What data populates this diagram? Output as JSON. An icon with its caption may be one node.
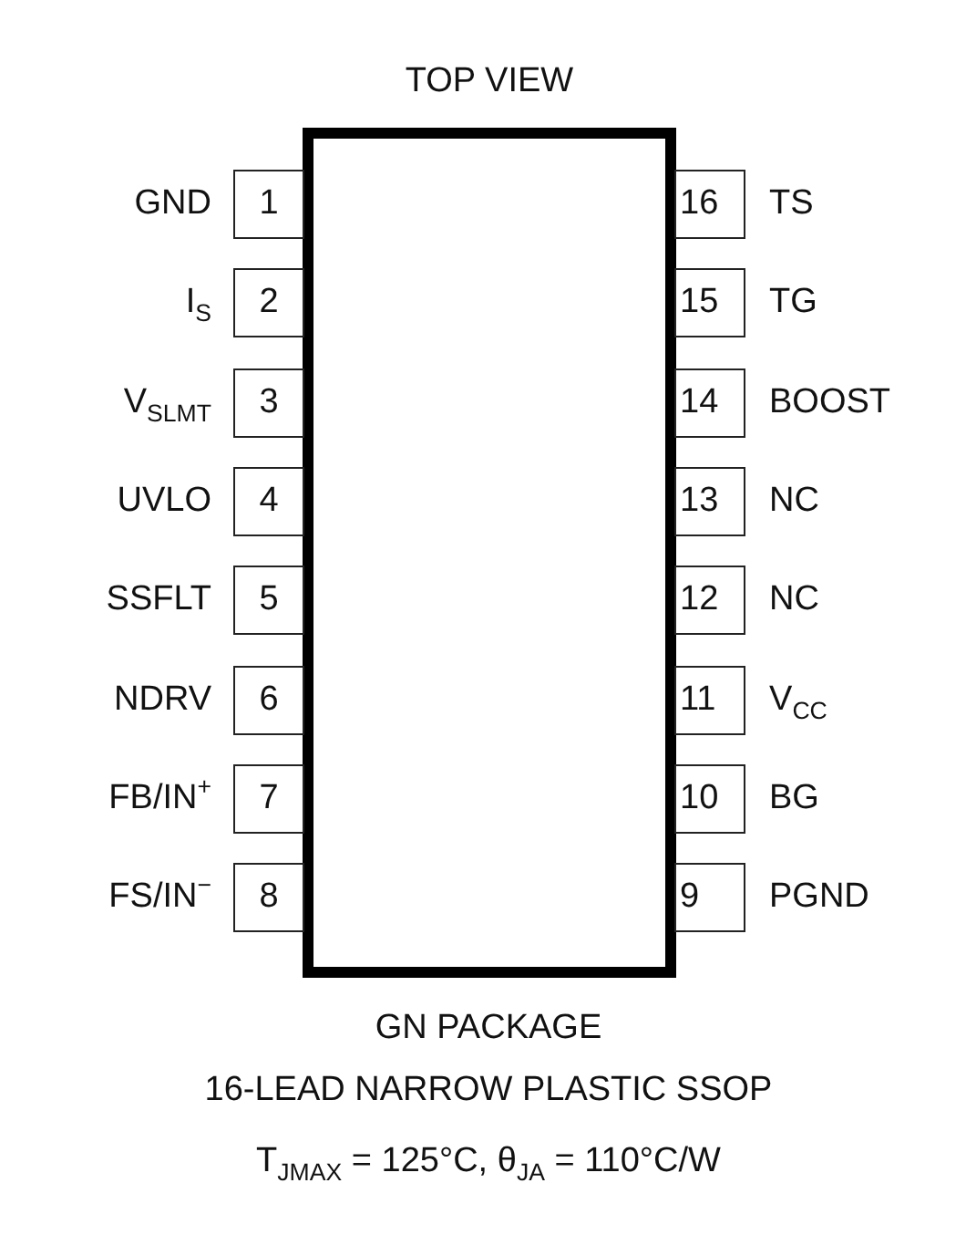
{
  "diagram": {
    "nodes": [
      {
        "text": [
          "TOP VIEW"
        ]
      },
      {
        "text": [
          "1"
        ],
        "beside": [
          "GND"
        ]
      },
      {
        "text": [
          "2"
        ],
        "beside": [
          "I$_{S}$"
        ]
      },
      {
        "text": [
          "3"
        ],
        "beside": [
          "V$_{SLMT}$"
        ]
      },
      {
        "text": [
          "4"
        ],
        "beside": [
          "UVLO"
        ]
      },
      {
        "text": [
          "5"
        ],
        "beside": [
          "SSFLT"
        ]
      },
      {
        "text": [
          "6"
        ],
        "beside": [
          "NDRV"
        ]
      },
      {
        "text": [
          "7"
        ],
        "beside": [
          "FB/IN$^{+}$"
        ]
      },
      {
        "text": [
          "8"
        ],
        "beside": [
          "FS/IN$^{−}$"
        ]
      },
      {
        "text": [
          "16"
        ],
        "beside": [
          "TS"
        ]
      },
      {
        "text": [
          "15"
        ],
        "beside": [
          "TG"
        ]
      },
      {
        "text": [
          "14"
        ],
        "beside": [
          "BOOST"
        ]
      },
      {
        "text": [
          "13"
        ],
        "beside": [
          "NC"
        ]
      },
      {
        "text": [
          "12"
        ],
        "beside": [
          "NC"
        ]
      },
      {
        "text": [
          "11"
        ],
        "beside": [
          "V$_{CC}$"
        ]
      },
      {
        "text": [
          "10"
        ],
        "beside": [
          "BG"
        ]
      },
      {
        "text": [
          "9"
        ],
        "beside": [
          "PGND"
        ]
      }
    ],
    "labels": [
      "GN PACKAGE",
      "16-LEAD NARROW PLASTIC SSOP",
      "T$_{JMAX}$ = 125°C, θ$_{JA}$ = 110°C/W"
    ]
  }
}
